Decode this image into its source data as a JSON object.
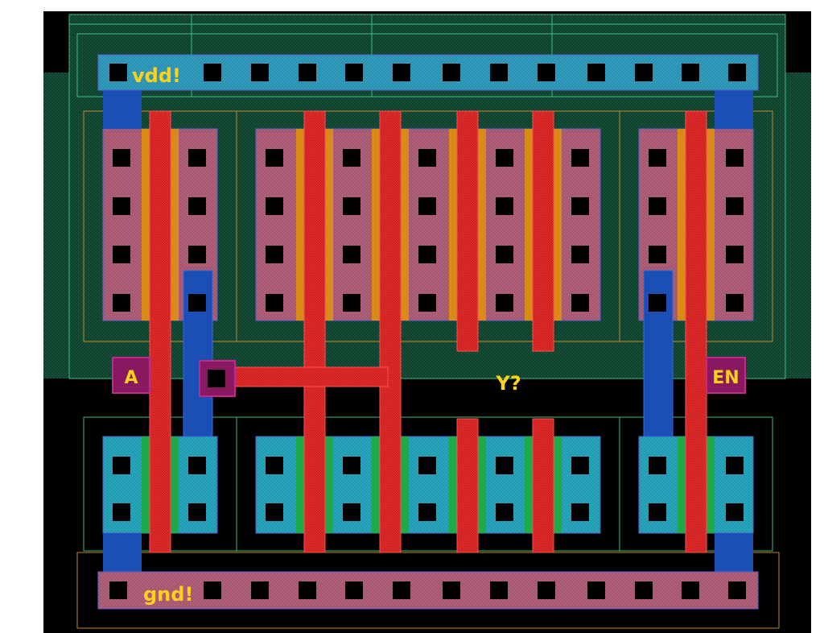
{
  "labels": {
    "supply": "vdd!",
    "ground": "gnd!",
    "input_a": "A",
    "enable": "EN",
    "output": "Y?"
  },
  "colors": {
    "background": "#000000",
    "frame": "#ffffff",
    "nwell": "#0f3d2c",
    "nwell_outline": "#3bbf7a",
    "pplus_outline": "#c58a2a",
    "poly": "#d42020",
    "poly_edge": "#ff4a4a",
    "pdiff_contact_area": "#a4566e",
    "ndiff_contact_area": "#1f9ab0",
    "active_edge_orange": "#d98a18",
    "active_edge_green": "#1faa4a",
    "metal1": "#2fa9c9",
    "metal1_dark": "#1c4fb5",
    "rail_gnd": "#a4566e",
    "contact": "#000000",
    "pin_fill": "#8a1860",
    "label_text": "#ffd21a"
  }
}
